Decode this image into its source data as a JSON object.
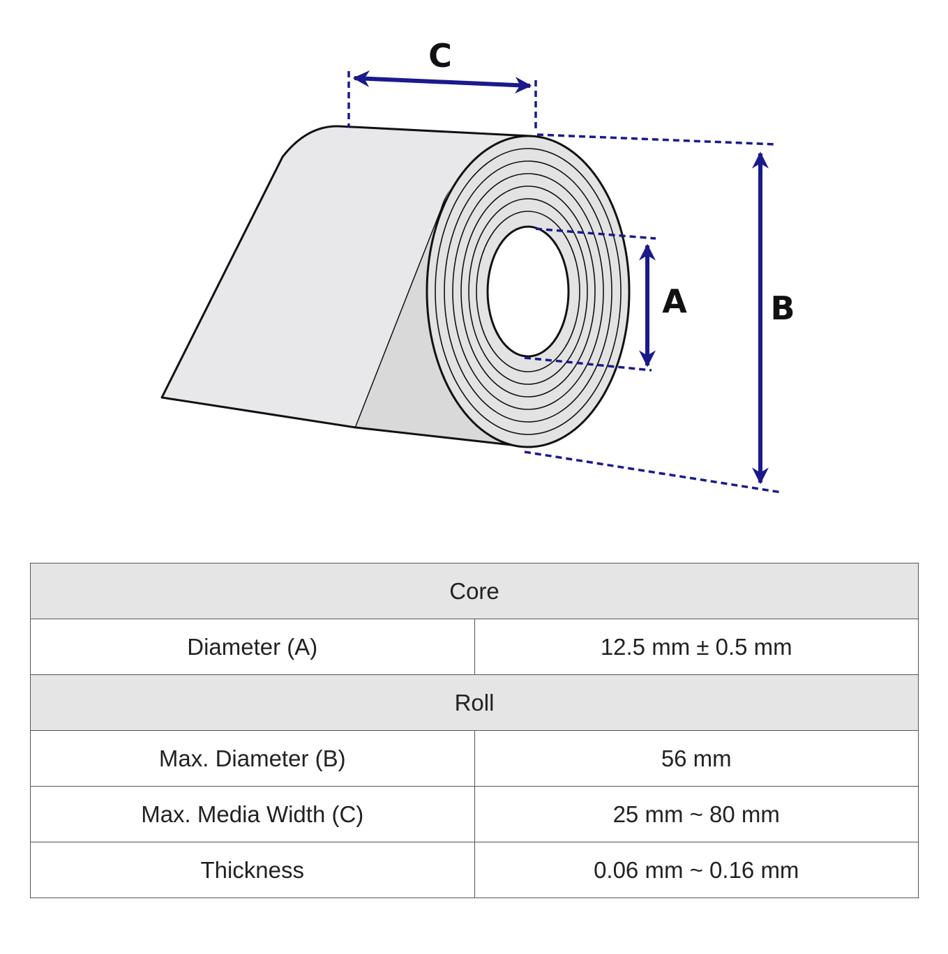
{
  "diagram": {
    "labels": {
      "core_diameter": "A",
      "roll_diameter": "B",
      "media_width": "C"
    },
    "colors": {
      "dimension": "#1a1a8c",
      "roll_face": "#e3e3e3",
      "roll_side": "#d9d9d9",
      "paper": "#e8e8ea",
      "outline": "#111111"
    }
  },
  "table": {
    "core": {
      "header": "Core",
      "rows": [
        {
          "label": "Diameter (A)",
          "value": "12.5 mm ± 0.5 mm"
        }
      ]
    },
    "roll": {
      "header": "Roll",
      "rows": [
        {
          "label": "Max. Diameter (B)",
          "value": "56 mm"
        },
        {
          "label": "Max. Media Width (C)",
          "value": "25 mm ~ 80 mm"
        },
        {
          "label": "Thickness",
          "value": "0.06 mm ~ 0.16 mm"
        }
      ]
    }
  }
}
